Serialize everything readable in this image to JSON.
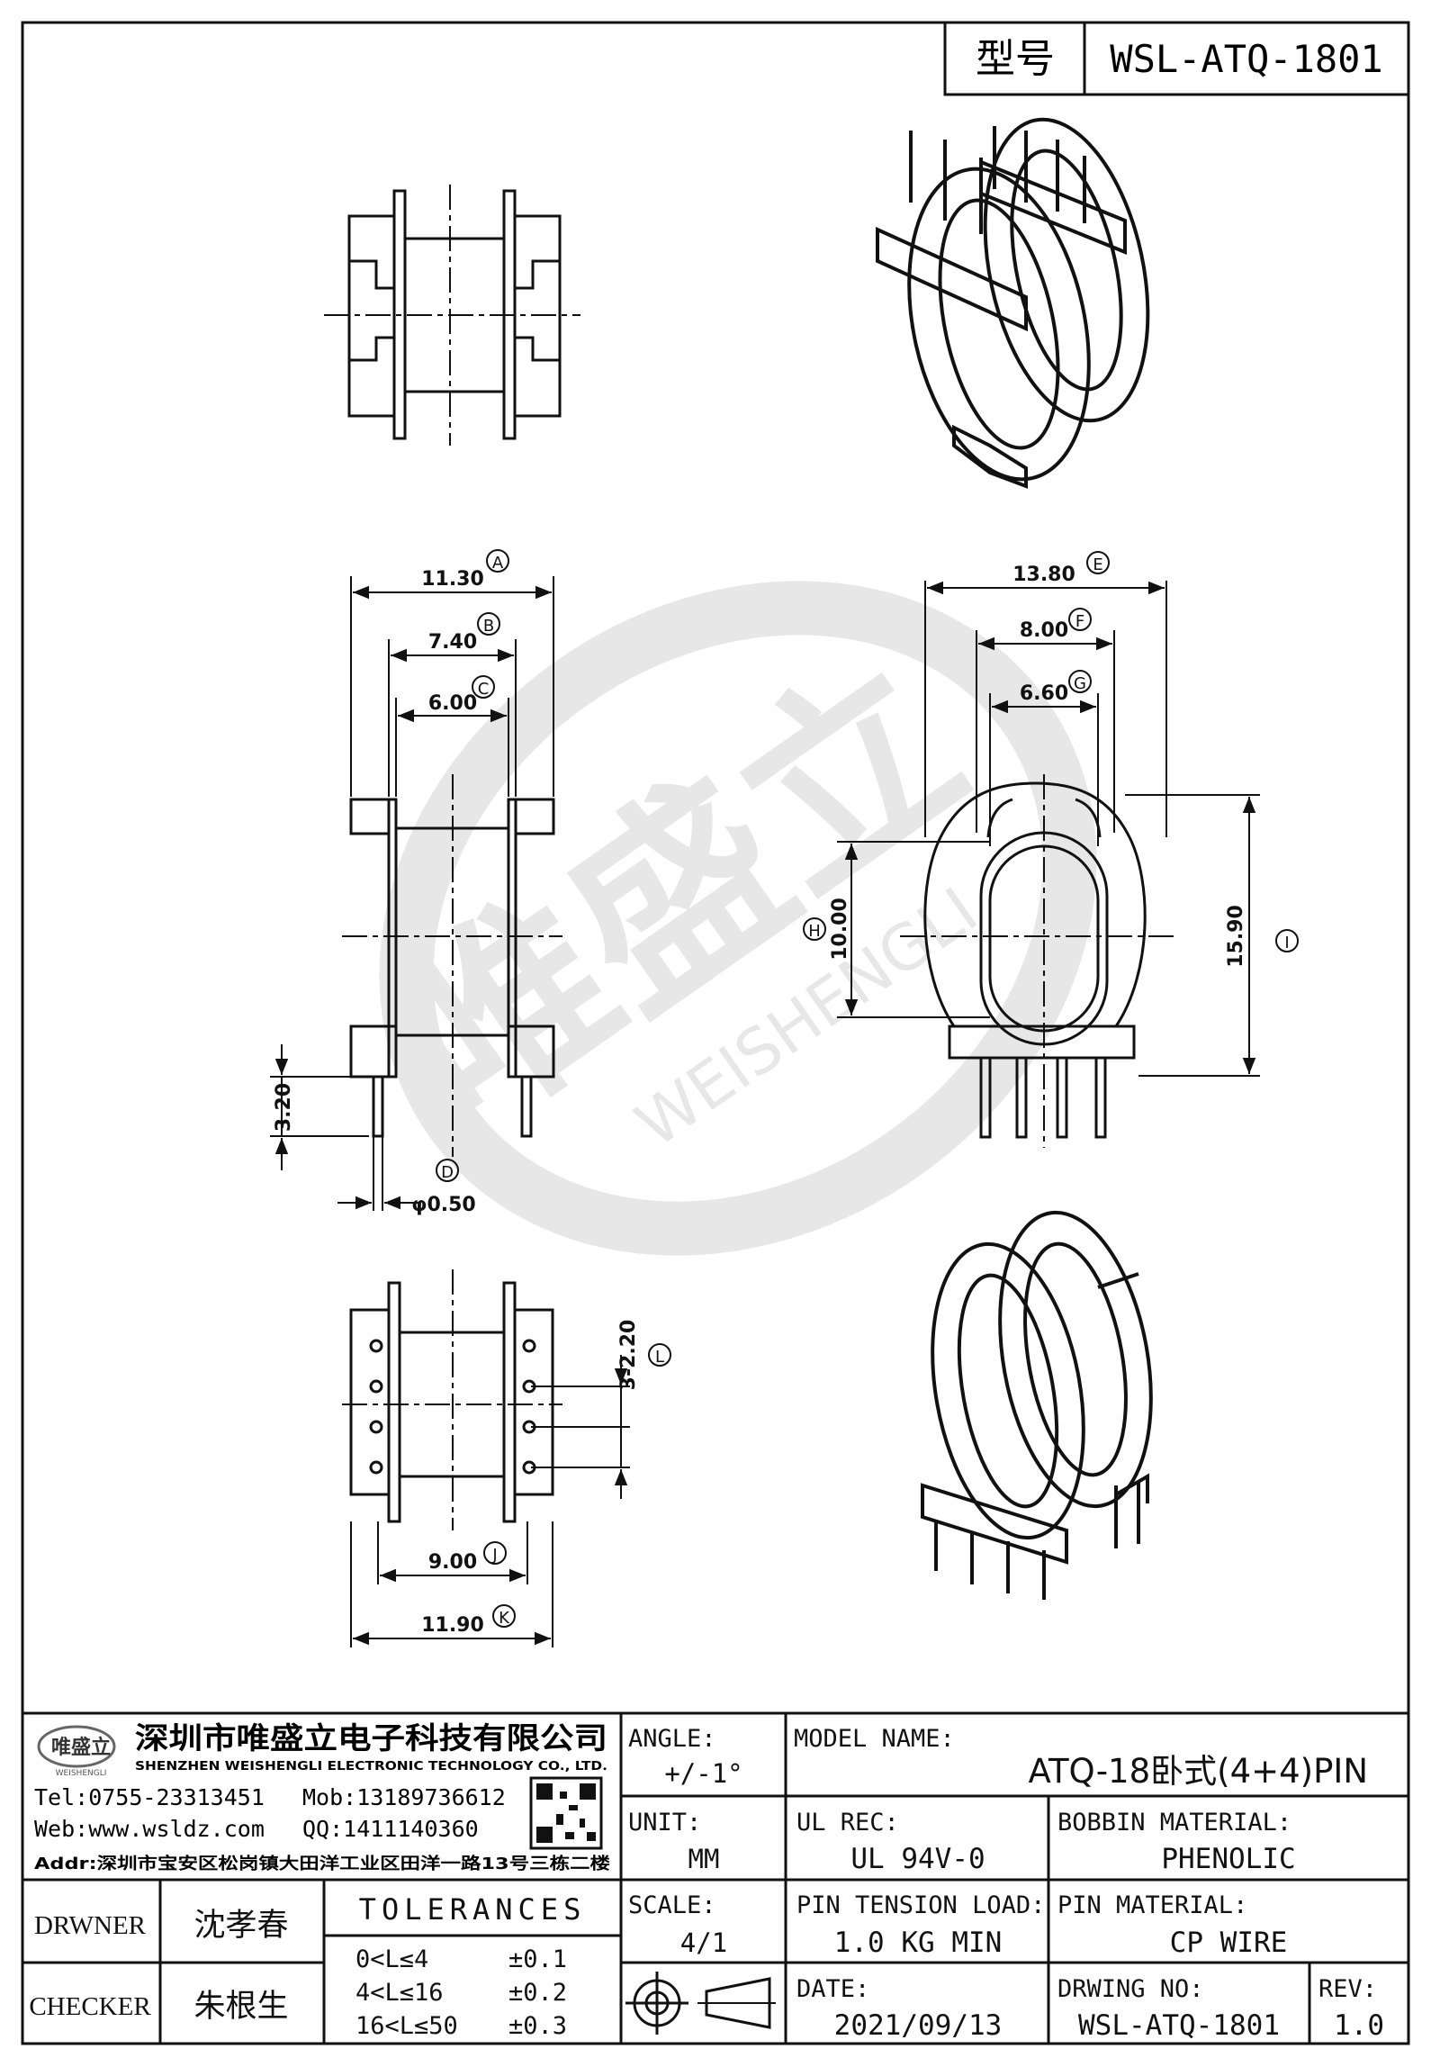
{
  "title_block_top": {
    "label": "型号",
    "value": "WSL-ATQ-1801"
  },
  "company": {
    "name_cn": "深圳市唯盛立电子科技有限公司",
    "name_en": "SHENZHEN WEISHENGLI ELECTRONIC TECHNOLOGY CO., LTD.",
    "logo_text": "唯盛立",
    "logo_sub": "WEISHENGLI",
    "tel": "Tel:0755-23313451",
    "mob": "Mob:13189736612",
    "web": "Web:www.wsldz.com",
    "qq": "QQ:1411140360",
    "addr": "Addr:深圳市宝安区松岗镇大田洋工业区田洋一路13号三栋二楼"
  },
  "watermark": {
    "cn": "唯盛立",
    "en": "WEISHENGLI"
  },
  "fields": {
    "angle_label": "ANGLE:",
    "angle_value": "+/-1°",
    "model_label": "MODEL NAME:",
    "model_value": "ATQ-18卧式(4+4)PIN",
    "unit_label": "UNIT:",
    "unit_value": "MM",
    "ul_label": "UL REC:",
    "ul_value": "UL 94V-0",
    "bobbin_label": "BOBBIN MATERIAL:",
    "bobbin_value": "PHENOLIC",
    "scale_label": "SCALE:",
    "scale_value": "4/1",
    "tension_label": "PIN TENSION LOAD:",
    "tension_value": "1.0 KG MIN",
    "pinmat_label": "PIN MATERIAL:",
    "pinmat_value": "CP WIRE",
    "date_label": "DATE:",
    "date_value": "2021/09/13",
    "drwno_label": "DRWING NO:",
    "drwno_value": "WSL-ATQ-1801",
    "rev_label": "REV:",
    "rev_value": "1.0",
    "drawer_label": "DRWNER",
    "drawer_value": "沈孝春",
    "checker_label": "CHECKER",
    "checker_value": "朱根生",
    "tolerances_label": "TOLERANCES",
    "tol_rows": [
      {
        "range": "0<L≤4",
        "tol": "±0.1"
      },
      {
        "range": "4<L≤16",
        "tol": "±0.2"
      },
      {
        "range": "16<L≤50",
        "tol": "±0.3"
      }
    ]
  },
  "dims": {
    "A": {
      "letter": "A",
      "value": "11.30"
    },
    "B": {
      "letter": "B",
      "value": "7.40"
    },
    "C": {
      "letter": "C",
      "value": "6.00"
    },
    "D": {
      "letter": "D",
      "value": "φ0.50"
    },
    "pin_len": {
      "value": "3.20"
    },
    "E": {
      "letter": "E",
      "value": "13.80"
    },
    "F": {
      "letter": "F",
      "value": "8.00"
    },
    "G": {
      "letter": "G",
      "value": "6.60"
    },
    "H": {
      "letter": "H",
      "value": "10.00"
    },
    "I": {
      "letter": "I",
      "value": "15.90"
    },
    "J": {
      "letter": "J",
      "value": "9.00"
    },
    "K": {
      "letter": "K",
      "value": "11.90"
    },
    "L": {
      "letter": "L",
      "value": "3-2.20"
    }
  }
}
